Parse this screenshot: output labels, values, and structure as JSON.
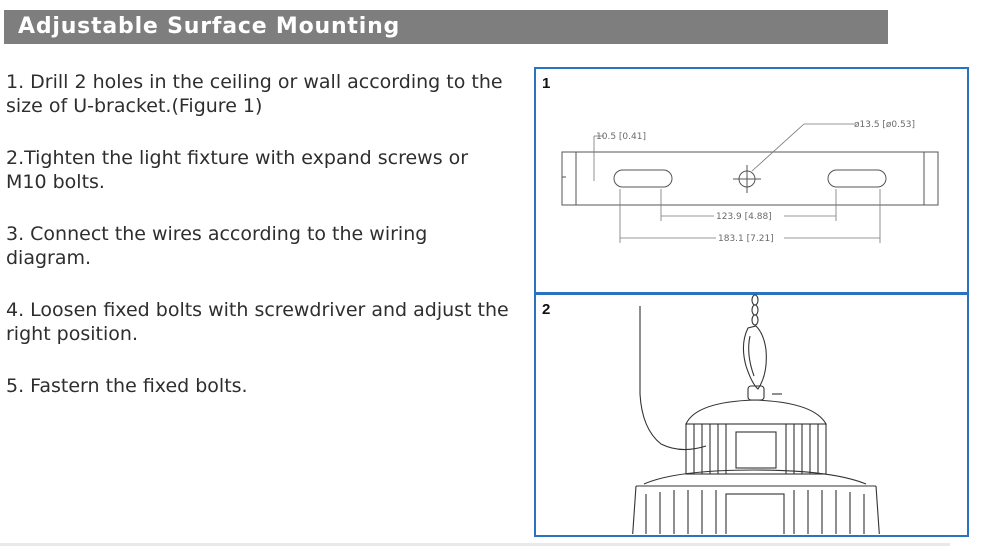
{
  "header": {
    "title": "Adjustable Surface Mounting"
  },
  "steps": [
    "1. Drill 2 holes in the ceiling or wall according to the size of U-bracket.(Figure 1)",
    "2.Tighten the light fixture with expand screws or M10 bolts.",
    "3. Connect the wires according to the wiring diagram.",
    "4. Loosen fixed bolts with screwdriver and adjust the right position.",
    "5. Fastern the fixed bolts."
  ],
  "figure1": {
    "number": "1",
    "dims": {
      "slot_width": "10.5  [0.41]",
      "hole_diameter": "ø13.5  [ø0.53]",
      "slot_spacing": "123.9  [4.88]",
      "overall_length": "183.1  [7.21]"
    }
  },
  "figure2": {
    "number": "2"
  },
  "colors": {
    "header_bg": "#7e7e7e",
    "frame_border": "#2a73c0"
  }
}
